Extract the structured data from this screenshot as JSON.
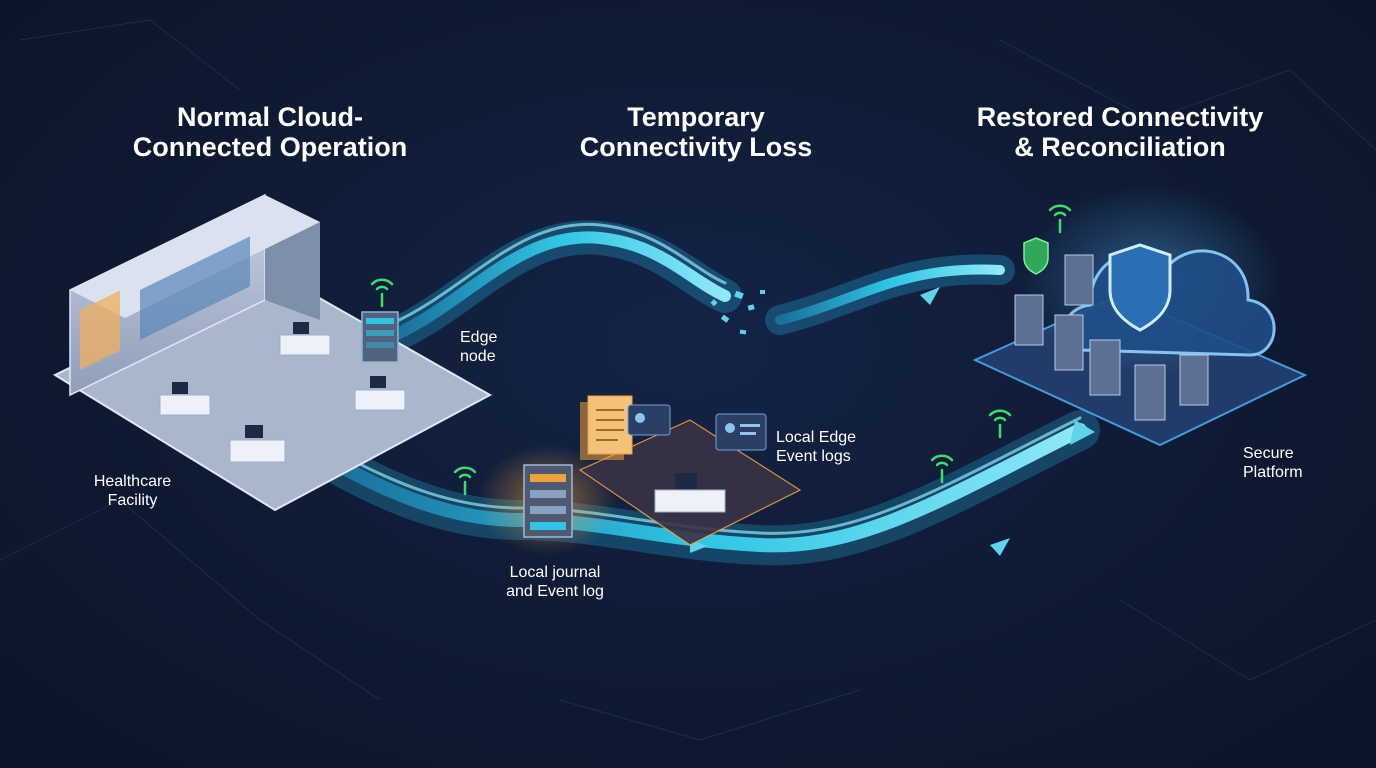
{
  "stages": {
    "normal": {
      "line1": "Normal Cloud-",
      "line2": "Connected Operation"
    },
    "loss": {
      "line1": "Temporary",
      "line2": "Connectivity Loss"
    },
    "restored": {
      "line1": "Restored Connectivity",
      "line2": "& Reconciliation"
    }
  },
  "labels": {
    "edge_node": {
      "line1": "Edge",
      "line2": "node"
    },
    "healthcare": {
      "line1": "Healthcare",
      "line2": "Facility"
    },
    "local_journal": {
      "line1": "Local journal",
      "line2": "and Event log"
    },
    "local_edge_logs": {
      "line1": "Local Edge",
      "line2": "Event logs"
    },
    "secure_platform": {
      "line1": "Secure",
      "line2": "Platform"
    }
  },
  "colors": {
    "background": "#0f1a33",
    "flow": "#2fc6e6",
    "flow_light": "#8fe8f7",
    "local_glow": "#f0a23c",
    "signal": "#3ddc6a",
    "cloud": "#6fc4f5"
  },
  "icons": [
    "wifi-signal-icon",
    "shield-icon",
    "server-icon",
    "cloud-icon",
    "document-stack-icon",
    "user-card-icon"
  ]
}
